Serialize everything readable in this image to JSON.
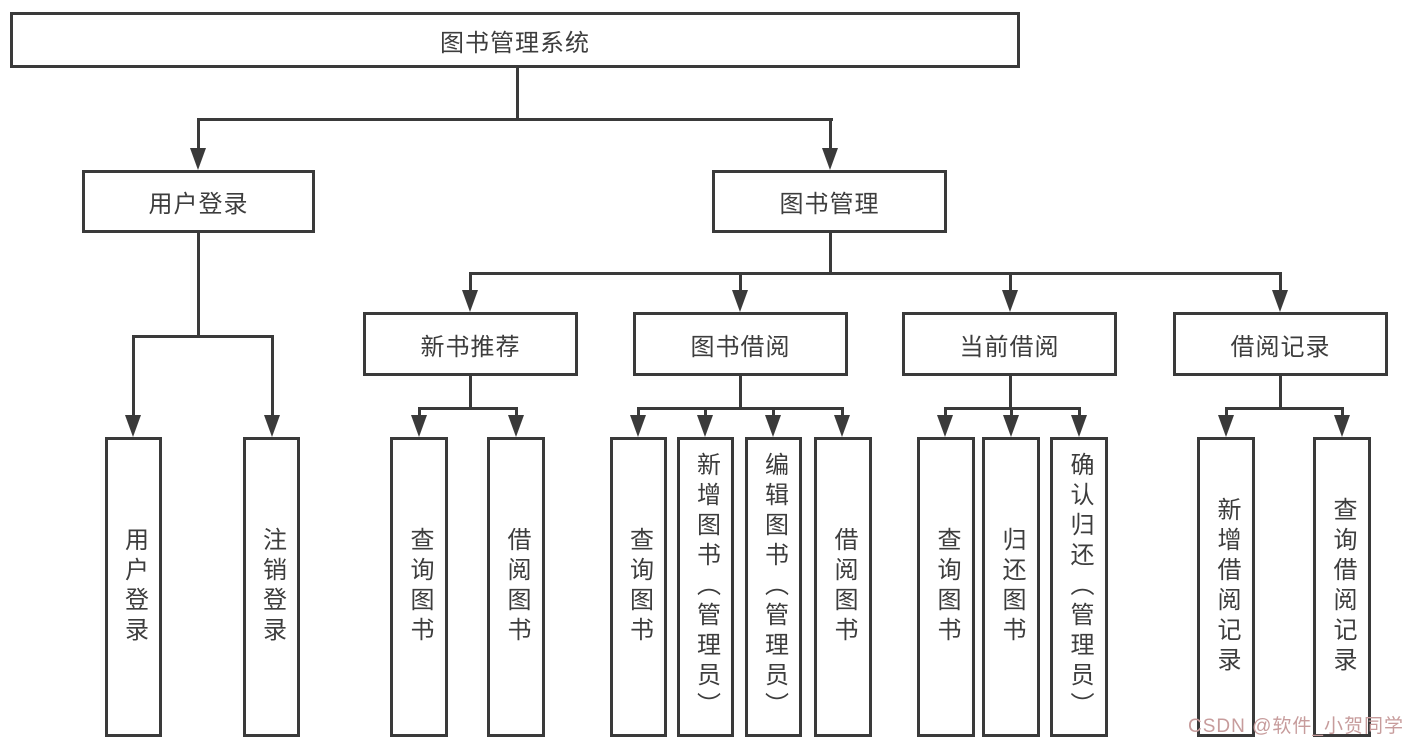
{
  "colors": {
    "line": "#3a3a3a",
    "text": "#3d3d3d",
    "box_fill": "#ffffff",
    "background": "#ffffff",
    "watermark": "#c79c9c"
  },
  "watermark": {
    "text": "CSDN @软件_小贺同学"
  },
  "tree": {
    "label": "图书管理系统",
    "children": [
      {
        "label": "用户登录",
        "children": [
          {
            "label": "用户登录"
          },
          {
            "label": "注销登录"
          }
        ]
      },
      {
        "label": "图书管理",
        "children": [
          {
            "label": "新书推荐",
            "children": [
              {
                "label": "查询图书"
              },
              {
                "label": "借阅图书"
              }
            ]
          },
          {
            "label": "图书借阅",
            "children": [
              {
                "label": "查询图书"
              },
              {
                "label": "新增图书（管理员）"
              },
              {
                "label": "编辑图书（管理员）"
              },
              {
                "label": "借阅图书"
              }
            ]
          },
          {
            "label": "当前借阅",
            "children": [
              {
                "label": "查询图书"
              },
              {
                "label": "归还图书"
              },
              {
                "label": "确认归还（管理员）"
              }
            ]
          },
          {
            "label": "借阅记录",
            "children": [
              {
                "label": "新增借阅记录"
              },
              {
                "label": "查询借阅记录"
              }
            ]
          }
        ]
      }
    ]
  }
}
